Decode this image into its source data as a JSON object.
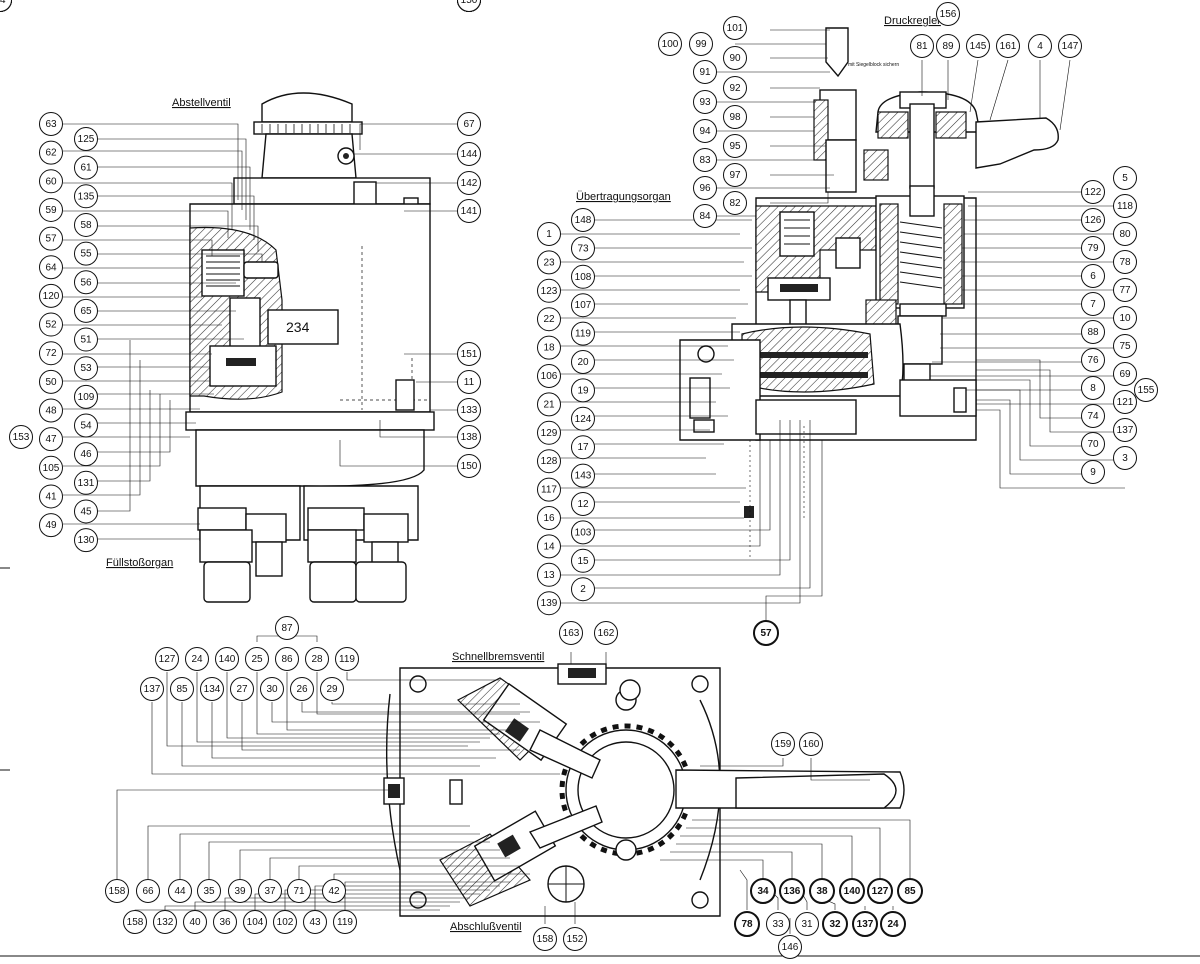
{
  "titles": {
    "abstellventil": "Abstellventil",
    "fuellstossorgan": "Füllstoßorgan",
    "druckregler": "Druckregler",
    "uebertragungsorgan": "Übertragungsorgan",
    "schnellbremsventil": "Schnellbremsventil",
    "abschlussventil": "Abschlußventil"
  },
  "notes": {
    "plate_number": "234",
    "seal_note": "mit Siegelblock sichern"
  },
  "left_labels_a": [
    "63",
    "62",
    "60",
    "59",
    "57",
    "64",
    "120",
    "52",
    "72",
    "50",
    "48",
    "47",
    "105",
    "41",
    "49"
  ],
  "left_labels_b": [
    "125",
    "61",
    "135",
    "58",
    "55",
    "56",
    "65",
    "51",
    "53",
    "109",
    "54",
    "46",
    "131",
    "45",
    "130"
  ],
  "left_extra": "153",
  "left_right_labels": [
    "67",
    "144",
    "142",
    "141",
    "151",
    "11",
    "133",
    "138",
    "150"
  ],
  "center_left_a": [
    "1",
    "23",
    "123",
    "22",
    "18",
    "106",
    "21",
    "129",
    "128",
    "117",
    "16",
    "14",
    "13",
    "139"
  ],
  "center_left_b": [
    "148",
    "73",
    "108",
    "107",
    "119",
    "20",
    "19",
    "124",
    "17",
    "143",
    "12",
    "103",
    "15",
    "2"
  ],
  "center_upper_a": [
    "100",
    "91",
    "93",
    "94",
    "83",
    "96",
    "84"
  ],
  "center_upper_b": [
    "101",
    "99",
    "90",
    "92",
    "98",
    "95",
    "97",
    "82"
  ],
  "druckregler_top": [
    "156",
    "81",
    "89",
    "145",
    "161",
    "4",
    "147"
  ],
  "center_right_a": [
    "122",
    "126",
    "79",
    "6",
    "7",
    "88",
    "76",
    "8",
    "74",
    "70",
    "9"
  ],
  "center_right_b": [
    "5",
    "118",
    "80",
    "78",
    "77",
    "10",
    "75",
    "69",
    "121",
    "137",
    "3"
  ],
  "center_extra": [
    "155",
    "57"
  ],
  "bottom_top_a": [
    "127",
    "24",
    "140",
    "25",
    "86",
    "28",
    "119"
  ],
  "bottom_top_b": [
    "137",
    "85",
    "134",
    "27",
    "30",
    "26",
    "29"
  ],
  "bottom_top_87": "87",
  "bottom_top_right": [
    "163",
    "162"
  ],
  "bottom_mid_right": [
    "159",
    "160"
  ],
  "bottom_row_a": [
    "158",
    "66",
    "44",
    "35",
    "39",
    "37",
    "71",
    "42"
  ],
  "bottom_row_b": [
    "158",
    "132",
    "40",
    "36",
    "104",
    "102",
    "43",
    "119"
  ],
  "bottom_row_c": [
    "158",
    "152"
  ],
  "bottom_right_bold_a": [
    "34",
    "136",
    "38",
    "140",
    "127",
    "85"
  ],
  "bottom_right_b": [
    "78",
    "33",
    "31",
    "32",
    "137",
    "24"
  ],
  "bottom_right_146": "146"
}
